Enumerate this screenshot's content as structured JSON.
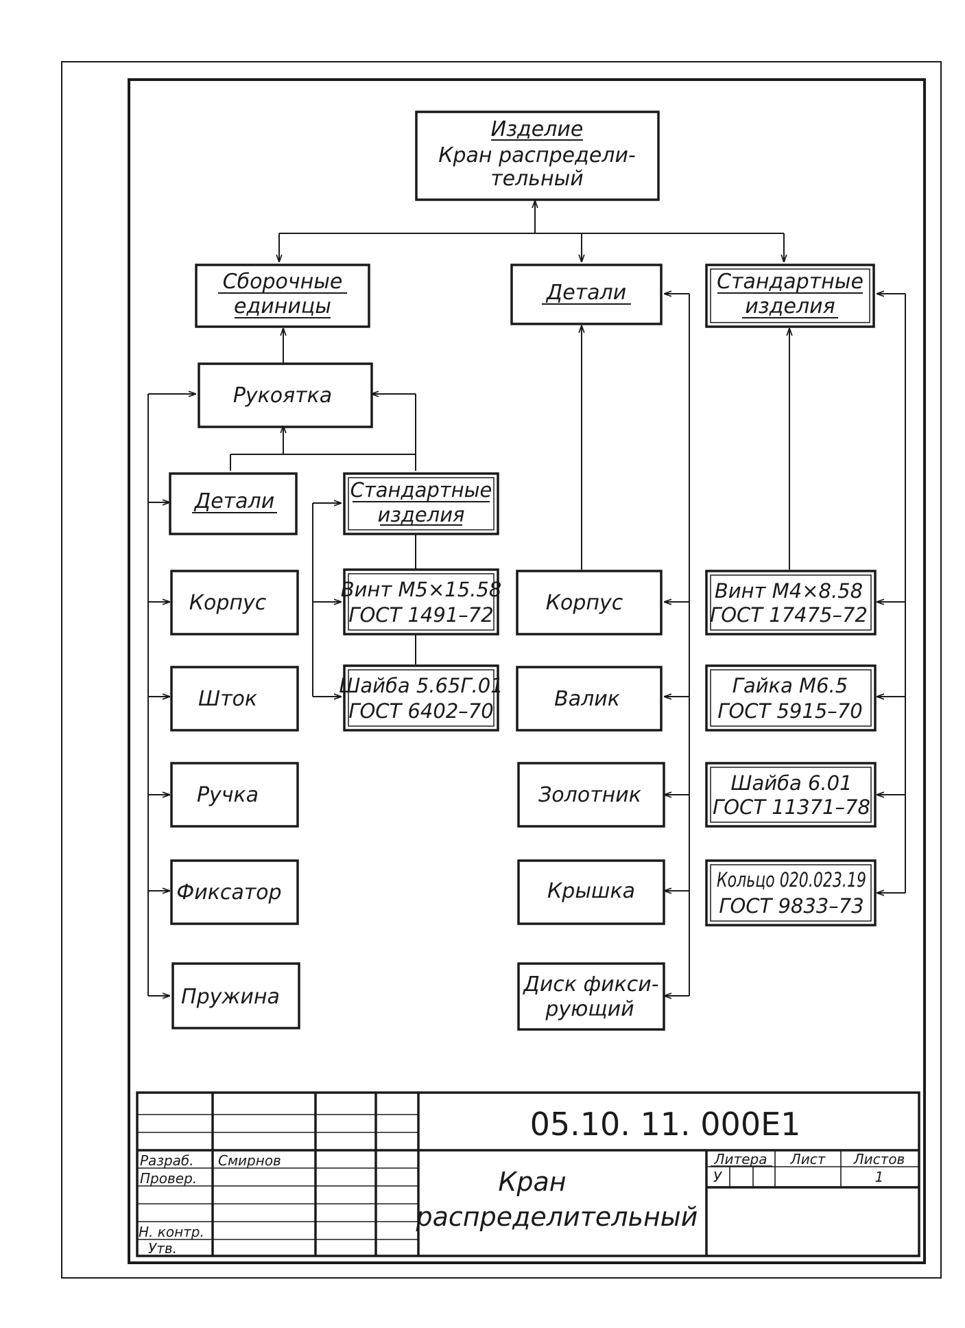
{
  "diagram": {
    "top": {
      "line1": "Изделие",
      "line2": "Кран распредели-",
      "line3": "тельный"
    },
    "categories": {
      "assembly": {
        "line1": "Сборочные",
        "line2": "единицы"
      },
      "parts": {
        "label": "Детали"
      },
      "standard": {
        "line1": "Стандартные",
        "line2": "изделия"
      }
    },
    "handle": {
      "label": "Рукоятка",
      "parts_header": "Детали",
      "standard_header": {
        "line1": "Стандартные",
        "line2": "изделия"
      },
      "parts": [
        "Корпус",
        "Шток",
        "Ручка",
        "Фиксатор",
        "Пружина"
      ],
      "standard_items": [
        {
          "line1": "Винт М5×15.58",
          "line2": "ГОСТ 1491–72"
        },
        {
          "line1": "Шайба 5.65Г.01",
          "line2": "ГОСТ 6402–70"
        }
      ]
    },
    "parts_items": [
      {
        "line1": "Корпус",
        "line2": ""
      },
      {
        "line1": "Валик",
        "line2": ""
      },
      {
        "line1": "Золотник",
        "line2": ""
      },
      {
        "line1": "Крышка",
        "line2": ""
      },
      {
        "line1": "Диск фикси-",
        "line2": "рующий"
      }
    ],
    "standard_items": [
      {
        "line1": "Винт М4×8.58",
        "line2": "ГОСТ 17475–72"
      },
      {
        "line1": "Гайка М6.5",
        "line2": "ГОСТ 5915–70"
      },
      {
        "line1": "Шайба 6.01",
        "line2": "ГОСТ 11371–78"
      },
      {
        "line1": "Кольцо 020.023.19",
        "line2": "ГОСТ 9833–73"
      }
    ]
  },
  "title_block": {
    "code": "05.10. 11. 000Е1",
    "name_line1": "Кран",
    "name_line2": "распределительный",
    "rows": {
      "developed": "Разраб.",
      "developer": "Смирнов",
      "checked": "Провер.",
      "norm_control": "Н. контр.",
      "approved": "Утв."
    },
    "columns": {
      "litera": "Литера",
      "sheet": "Лист",
      "sheets": "Листов",
      "litera_value": "У",
      "sheets_value": "1"
    }
  }
}
